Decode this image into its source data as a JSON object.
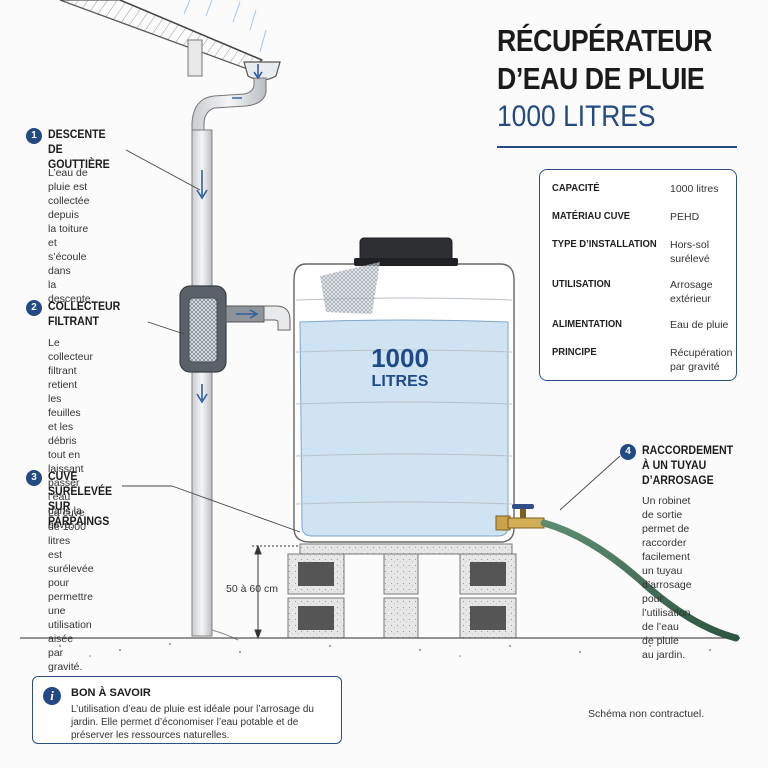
{
  "title": {
    "line1": "RÉCUPÉRATEUR",
    "line2": "D’EAU DE PLUIE",
    "line3": "1000 LITRES"
  },
  "specs": [
    {
      "key": "CAPACITÉ",
      "value": "1000 litres"
    },
    {
      "key": "MATÉRIAU CUVE",
      "value": "PEHD"
    },
    {
      "key": "TYPE D’INSTALLATION",
      "value": "Hors-sol surélevé"
    },
    {
      "key": "UTILISATION",
      "value": "Arrosage extérieur"
    },
    {
      "key": "ALIMENTATION",
      "value": "Eau de pluie"
    },
    {
      "key": "PRINCIPE",
      "value": "Récupération par gravité"
    }
  ],
  "steps": [
    {
      "num": "1",
      "title": "DESCENTE\nDE GOUTTIÈRE",
      "desc": "L’eau de pluie est\ncollectée depuis\nla toiture et\ns’écoule dans\nla descente."
    },
    {
      "num": "2",
      "title": "COLLECTEUR\nFILTRANT",
      "desc": "Le collecteur filtrant\nretient les feuilles\net les débris tout en\nlaissant passer l’eau\ndans la cuve."
    },
    {
      "num": "3",
      "title": "CUVE SURÉLEVÉE\nSUR PARPAINGS",
      "desc": "La cuve de 1000 litres\nest surélevée pour\npermettre une\nutilisation aisée\npar gravité."
    },
    {
      "num": "4",
      "title": "RACCORDEMENT\nÀ UN TUYAU\nD’ARROSAGE",
      "desc": "Un robinet de sortie\npermet de raccorder\nfacilement un tuyau\nd’arrosage pour\nl’utilisation de l’eau\nde pluie au jardin."
    }
  ],
  "tank": {
    "number": "1000",
    "unit": "LITRES"
  },
  "height_label": "50 à 60 cm",
  "info": {
    "icon": "i",
    "title": "BON À SAVOIR",
    "text": "L’utilisation d’eau de pluie est idéale pour l’arrosage du jardin. Elle permet d’économiser l’eau potable et de préserver les ressources naturelles."
  },
  "disclaimer": "Schéma non contractuel.",
  "colors": {
    "accent": "#234a82",
    "water": "#cfe3f2",
    "hose": "#3d6b52",
    "brass": "#c9a24a"
  }
}
